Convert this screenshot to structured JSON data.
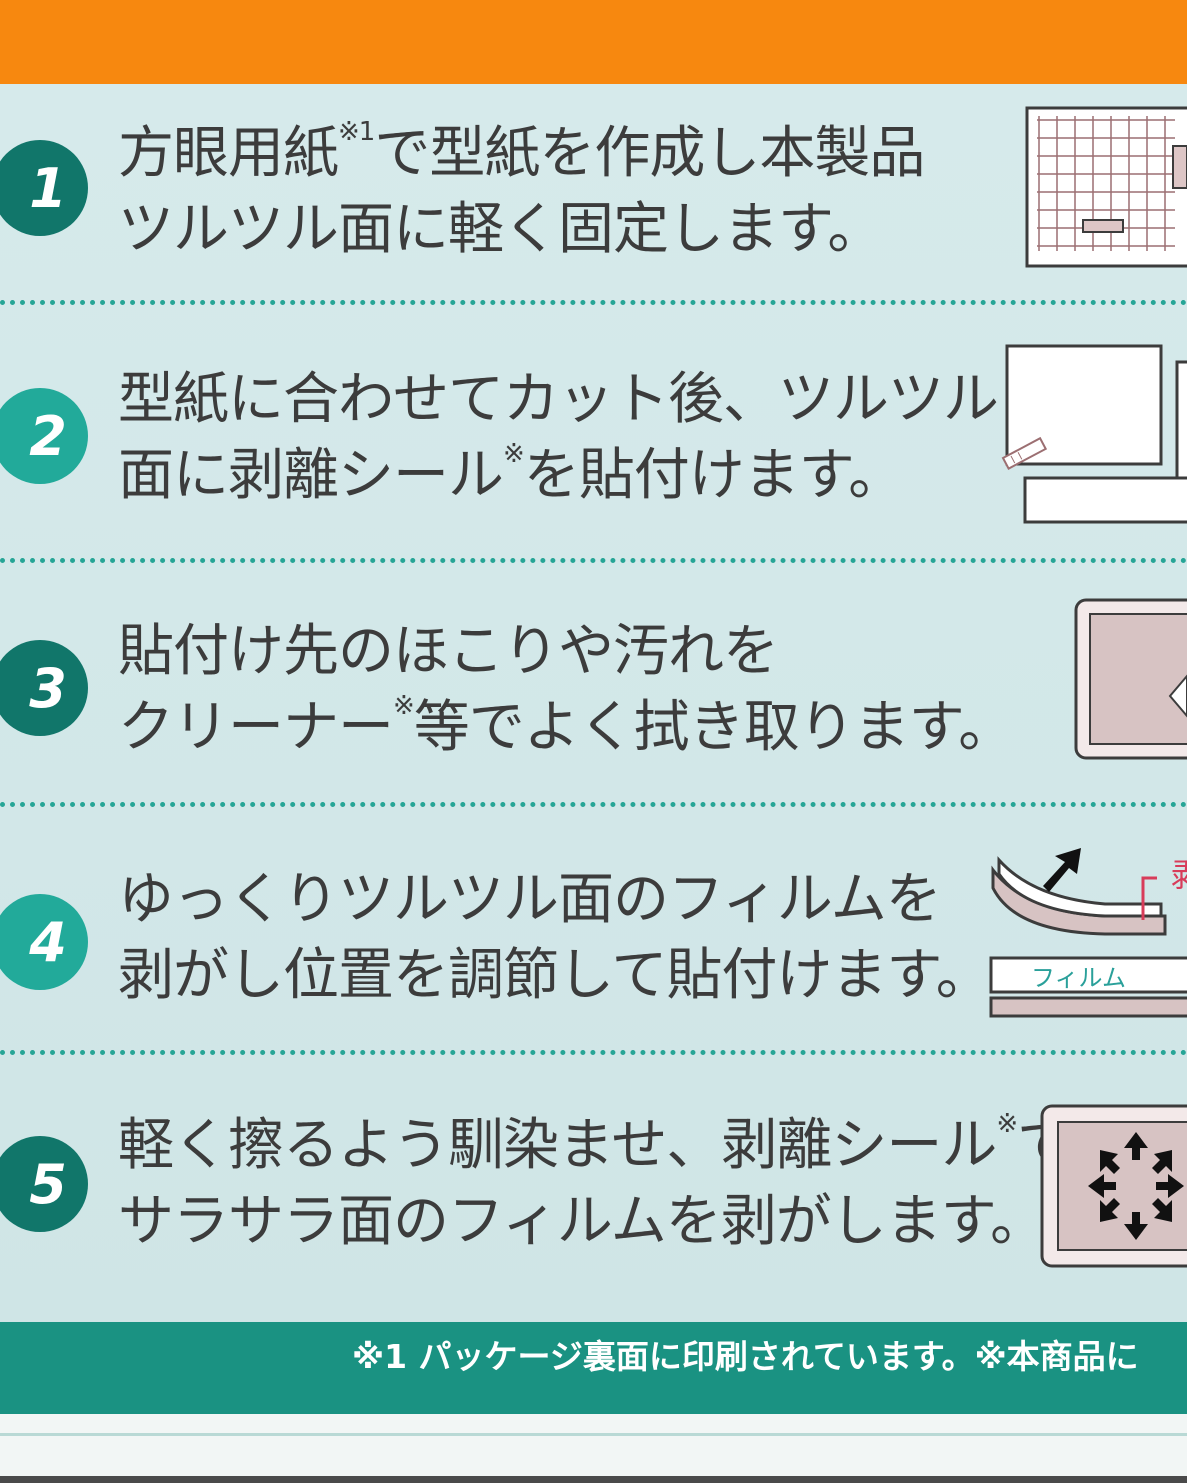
{
  "steps": [
    {
      "number": "1",
      "line1_a": "方眼用紙",
      "line1_note": "※1",
      "line1_b": "で型紙を作成し本製品",
      "line2": "ツルツル面に軽く固定します。"
    },
    {
      "number": "2",
      "line1": "型紙に合わせてカット後、ツルツル",
      "line2_a": "面に剥離シール",
      "line2_note": "※",
      "line2_b": "を貼付けます。"
    },
    {
      "number": "3",
      "line1": "貼付け先のほこりや汚れを",
      "line2_a": "クリーナー",
      "line2_note": "※",
      "line2_b": "等でよく拭き取ります。"
    },
    {
      "number": "4",
      "line1": "ゆっくりツルツル面のフィルムを",
      "line2": "剥がし位置を調節して貼付けます。",
      "illus_film_label": "フィルム",
      "illus_peel_label": "剥"
    },
    {
      "number": "5",
      "line1_a": "軽く擦るよう馴染ませ、剥離シール",
      "line1_note": "※",
      "line1_b": "で",
      "line2": "サラサラ面のフィルムを剥がします。"
    }
  ],
  "footer": {
    "text": "※1 パッケージ裏面に印刷されています。※本商品に"
  },
  "colors": {
    "top_band": "#f7880f",
    "panel_bg": "#d6eaeb",
    "dark_teal": "#11766a",
    "light_teal": "#22aa9a",
    "footer_bar": "#1a9282",
    "text": "#3c3c3c"
  }
}
